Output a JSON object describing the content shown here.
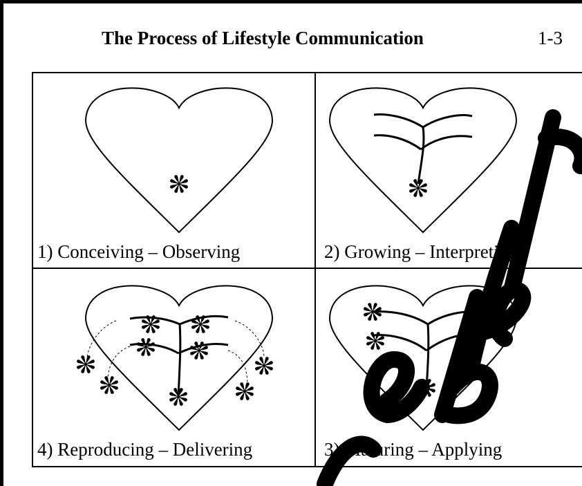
{
  "header": {
    "title": "The Process of Lifestyle Communication",
    "page_number": "1-3"
  },
  "panels": [
    {
      "caption": "1) Conceiving – Observing"
    },
    {
      "caption": "2) Growing – Interpreting"
    },
    {
      "caption": "4) Reproducing – Delivering"
    },
    {
      "caption": "3) Maturing – Applying"
    }
  ],
  "watermark": {
    "text": "Sample P"
  },
  "colors": {
    "ink": "#000000",
    "paper": "#ffffff"
  }
}
